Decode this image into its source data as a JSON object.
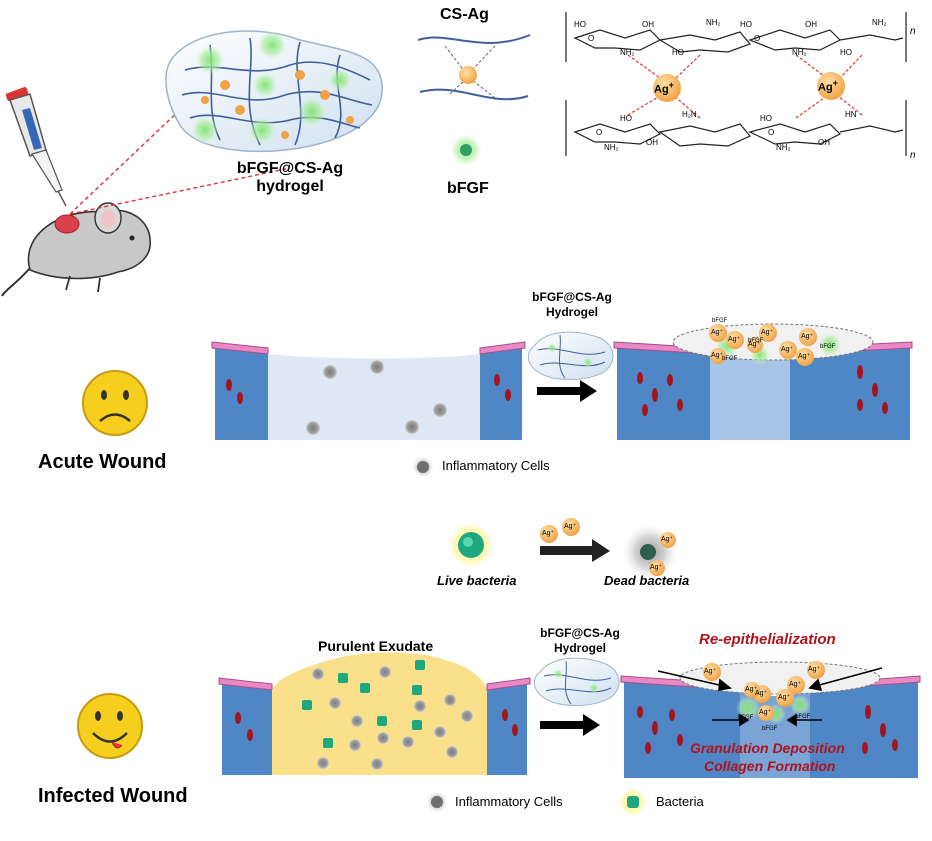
{
  "top": {
    "hydrogel_label_line1": "bFGF@CS-Ag",
    "hydrogel_label_line2": "hydrogel",
    "cs_ag_label": "CS-Ag",
    "bfgf_label": "bFGF",
    "ag_ion": "Ag",
    "ion_charge": "+",
    "nh2": "NH₂",
    "h2n": "H₂N",
    "oh": "OH",
    "ho": "HO",
    "o": "O",
    "hn": "HN",
    "n_subscript": "n"
  },
  "acute": {
    "title": "Acute Wound",
    "hydrogel_line1": "bFGF@CS-Ag",
    "hydrogel_line2": "Hydrogel",
    "bfgf_tag": "bFGF",
    "ag_tag": "Ag⁺",
    "legend_inflammatory": "Inflammatory Cells"
  },
  "bacteria": {
    "live_label": "Live bacteria",
    "dead_label": "Dead bacteria",
    "ag_tag": "Ag⁺"
  },
  "infected": {
    "title": "Infected Wound",
    "exudate_label": "Purulent Exudate",
    "hydrogel_line1": "bFGF@CS-Ag",
    "hydrogel_line2": "Hydrogel",
    "reepith_label": "Re-epithelialization",
    "granulation_label": "Granulation Deposition",
    "collagen_label": "Collagen Formation",
    "legend_inflammatory": "Inflammatory Cells",
    "legend_bacteria": "Bacteria",
    "ag_tag": "Ag⁺",
    "bfgf_tag": "bFGF"
  },
  "colors": {
    "tissue_blue": "#4f86c6",
    "tissue_light": "#dfe9f6",
    "epidermis_pink": "#e889c6",
    "blood_red": "#a3151c",
    "ag_orange": "#f5b15a",
    "bfgf_green": "#5fce57",
    "exudate_yellow": "#fbe08c",
    "bacteria_teal": "#1fa880",
    "fiber_blue": "#3f5f9c",
    "text_red": "#b0121b"
  }
}
